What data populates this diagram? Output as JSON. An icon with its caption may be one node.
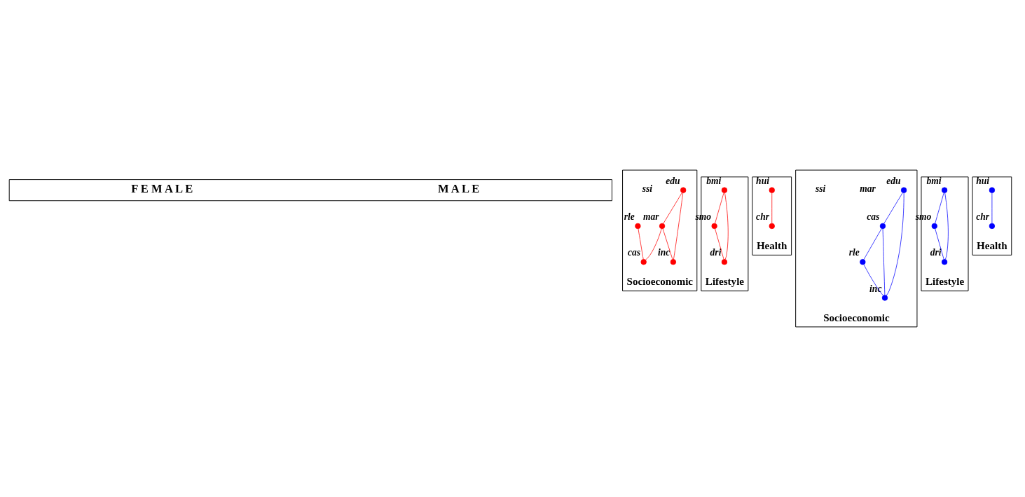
{
  "diagram": {
    "nodes": [
      {
        "text": [
          "F E M A L E",
          "M A L E"
        ]
      },
      {
        "text": [
          "Socioeconomic"
        ]
      },
      {
        "text": [
          "edu"
        ],
        "in": 1
      },
      {
        "text": [
          "mar"
        ],
        "in": 1
      },
      {
        "text": [
          "cas"
        ],
        "in": 1
      },
      {
        "text": [
          "rle"
        ],
        "in": 1
      },
      {
        "text": [
          "ssi"
        ],
        "in": 1
      },
      {
        "text": [
          "inc"
        ],
        "in": 1
      },
      {
        "text": [
          "Lifestyle"
        ]
      },
      {
        "text": [
          "bmi"
        ],
        "in": 8
      },
      {
        "text": [
          "smo"
        ],
        "in": 8
      },
      {
        "text": [
          "dri"
        ],
        "in": 8
      },
      {
        "text": [
          "Health"
        ]
      },
      {
        "text": [
          "hui"
        ],
        "in": 12
      },
      {
        "text": [
          "chr"
        ],
        "in": 12
      },
      {
        "text": [
          "Socioeconomic"
        ]
      },
      {
        "text": [
          "edu"
        ],
        "in": 15
      },
      {
        "text": [
          "cas"
        ],
        "in": 15
      },
      {
        "text": [
          "mar"
        ],
        "in": 15
      },
      {
        "text": [
          "rle"
        ],
        "in": 15
      },
      {
        "text": [
          "ssi"
        ],
        "in": 15
      },
      {
        "text": [
          "inc"
        ],
        "in": 15
      },
      {
        "text": [
          "Lifestyle"
        ]
      },
      {
        "text": [
          "bmi"
        ],
        "in": 22
      },
      {
        "text": [
          "smo"
        ],
        "in": 22
      },
      {
        "text": [
          "dri"
        ],
        "in": 22
      },
      {
        "text": [
          "Health"
        ]
      },
      {
        "text": [
          "hui"
        ],
        "in": 26
      },
      {
        "text": [
          "chr"
        ],
        "in": 26
      }
    ],
    "edges": [
      {
        "from": 2,
        "to": 7,
        "arrow": "none",
        "color": "#ff0000"
      },
      {
        "from": 2,
        "to": 3,
        "arrow": "none",
        "color": "#ff0000"
      },
      {
        "from": 3,
        "to": 4,
        "arrow": "none",
        "color": "#ff0000"
      },
      {
        "from": 3,
        "to": 7,
        "arrow": "none",
        "color": "#ff0000"
      },
      {
        "from": 5,
        "to": 4,
        "arrow": "none",
        "color": "#ff0000"
      },
      {
        "from": 9,
        "to": 10,
        "arrow": "none",
        "color": "#ff0000"
      },
      {
        "from": 9,
        "to": 11,
        "arrow": "none",
        "color": "#ff0000"
      },
      {
        "from": 10,
        "to": 11,
        "arrow": "none",
        "color": "#ff0000"
      },
      {
        "from": 13,
        "to": 14,
        "arrow": "none",
        "color": "#ff0000"
      },
      {
        "from": 16,
        "to": 21,
        "arrow": "none",
        "color": "#0000ff"
      },
      {
        "from": 16,
        "to": 17,
        "arrow": "none",
        "color": "#0000ff"
      },
      {
        "from": 17,
        "to": 19,
        "arrow": "none",
        "color": "#0000ff"
      },
      {
        "from": 17,
        "to": 21,
        "arrow": "none",
        "color": "#0000ff"
      },
      {
        "from": 19,
        "to": 21,
        "arrow": "none",
        "color": "#0000ff"
      },
      {
        "from": 23,
        "to": 24,
        "arrow": "none",
        "color": "#0000ff"
      },
      {
        "from": 23,
        "to": 25,
        "arrow": "none",
        "color": "#0000ff"
      },
      {
        "from": 24,
        "to": 25,
        "arrow": "none",
        "color": "#0000ff"
      },
      {
        "from": 27,
        "to": 28,
        "arrow": "none",
        "color": "#0000ff"
      }
    ]
  }
}
